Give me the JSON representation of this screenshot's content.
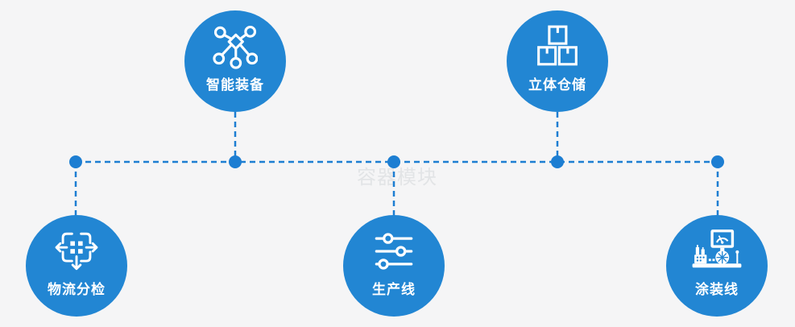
{
  "diagram": {
    "watermark": "容器模块",
    "nodes": [
      {
        "id": "smart-equipment",
        "label": "智能装备",
        "icon": "network-nodes-icon",
        "row": "top"
      },
      {
        "id": "warehouse",
        "label": "立体仓储",
        "icon": "stacked-boxes-icon",
        "row": "top"
      },
      {
        "id": "logistics-sorting",
        "label": "物流分检",
        "icon": "distribute-arrows-icon",
        "row": "bottom"
      },
      {
        "id": "production-line",
        "label": "生产线",
        "icon": "sliders-icon",
        "row": "bottom"
      },
      {
        "id": "painting-line",
        "label": "涂装线",
        "icon": "machine-monitor-icon",
        "row": "bottom"
      }
    ]
  },
  "theme": {
    "background": "#f5f5f6",
    "circle_fill": "#2286d3",
    "connector_color": "#1d7ed2",
    "icon_color": "#ffffff",
    "label_color": "#ffffff",
    "watermark_color": "#e2e4e6"
  }
}
